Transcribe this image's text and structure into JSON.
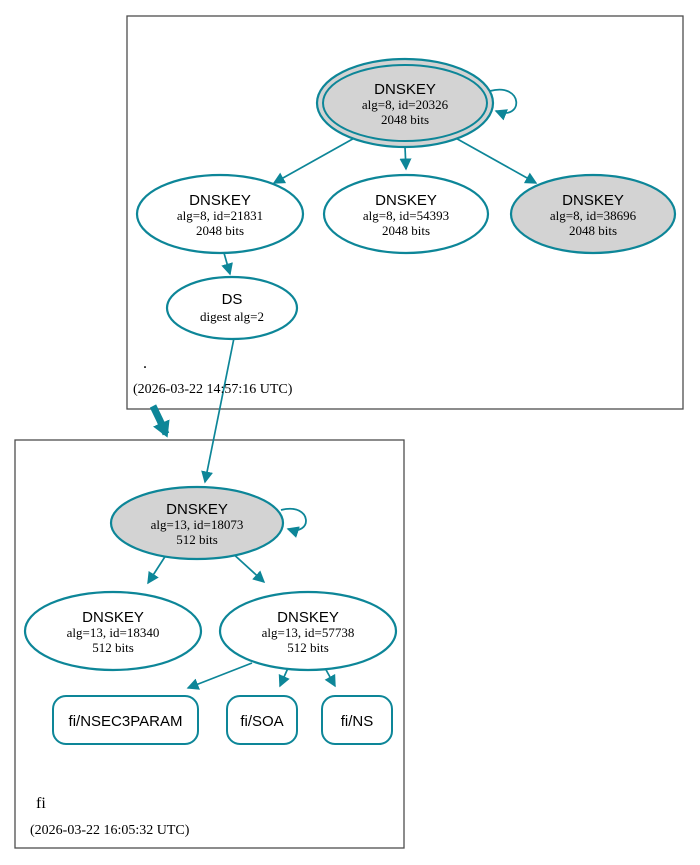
{
  "colors": {
    "edge_teal": "#0d8698",
    "ksk_fill_gray": "#d3d3d3",
    "node_fill_white": "#ffffff",
    "zone_box_border": "#4d4d4d"
  },
  "zones": {
    "root": {
      "label": ".",
      "timestamp": "(2026-03-22 14:57:16 UTC)"
    },
    "fi": {
      "label": "fi",
      "timestamp": "(2026-03-22 16:05:32 UTC)"
    }
  },
  "nodes": {
    "root_ksk": {
      "title": "DNSKEY",
      "detail": "alg=8, id=20326",
      "bits": "2048 bits"
    },
    "root_key_21831": {
      "title": "DNSKEY",
      "detail": "alg=8, id=21831",
      "bits": "2048 bits"
    },
    "root_key_54393": {
      "title": "DNSKEY",
      "detail": "alg=8, id=54393",
      "bits": "2048 bits"
    },
    "root_key_38696": {
      "title": "DNSKEY",
      "detail": "alg=8, id=38696",
      "bits": "2048 bits"
    },
    "root_ds": {
      "title": "DS",
      "detail": "digest alg=2"
    },
    "fi_ksk": {
      "title": "DNSKEY",
      "detail": "alg=13, id=18073",
      "bits": "512 bits"
    },
    "fi_key_18340": {
      "title": "DNSKEY",
      "detail": "alg=13, id=18340",
      "bits": "512 bits"
    },
    "fi_key_57738": {
      "title": "DNSKEY",
      "detail": "alg=13, id=57738",
      "bits": "512 bits"
    },
    "fi_nsec3param": {
      "label": "fi/NSEC3PARAM"
    },
    "fi_soa": {
      "label": "fi/SOA"
    },
    "fi_ns": {
      "label": "fi/NS"
    }
  }
}
